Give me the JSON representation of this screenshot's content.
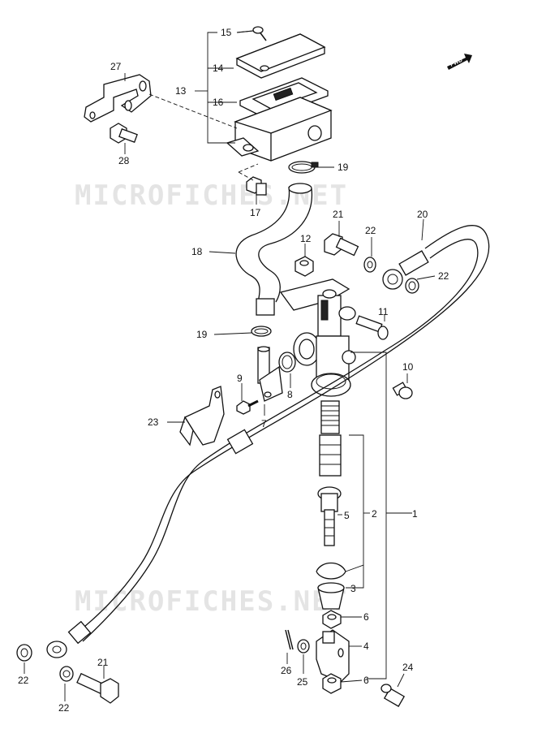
{
  "watermark": "MICROFICHES.NET",
  "fwd_badge": "FWD",
  "part_numbers": {
    "p1": "1",
    "p2": "2",
    "p3": "3",
    "p4": "4",
    "p5": "5",
    "p6": "6",
    "p7": "7",
    "p8": "8",
    "p9": "9",
    "p10": "10",
    "p11": "11",
    "p12": "12",
    "p13": "13",
    "p14": "14",
    "p15": "15",
    "p16": "16",
    "p17": "17",
    "p18": "18",
    "p19": "19",
    "p20": "20",
    "p21": "21",
    "p22": "22",
    "p23": "23",
    "p24": "24",
    "p25": "25",
    "p26": "26",
    "p27": "27",
    "p28": "28"
  }
}
